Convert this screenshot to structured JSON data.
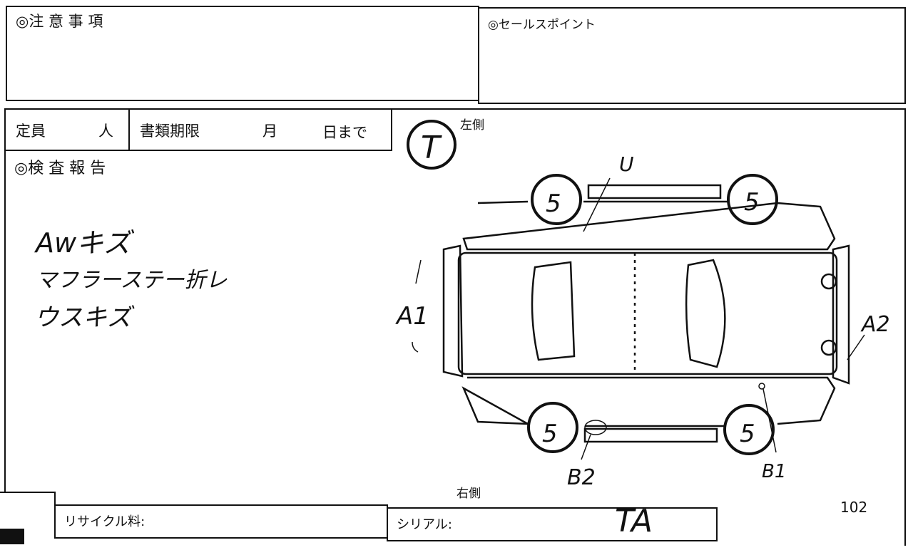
{
  "notes": {
    "label": "◎注 意 事 項"
  },
  "sales_points": {
    "label": "◎セールスポイント"
  },
  "capacity": {
    "label": "定員",
    "unit": "人"
  },
  "document_deadline": {
    "label": "書類期限",
    "month": "月",
    "day": "日まで"
  },
  "inspection_report": {
    "label": "◎検 査 報 告",
    "handwritten": [
      "Awキズ",
      "マフラーステー折レ",
      "ウスキズ"
    ]
  },
  "diagram": {
    "inspector_mark": "T",
    "left_side": "左側",
    "right_side": "右側",
    "tire_grades": [
      "5",
      "5",
      "5",
      "5"
    ],
    "marks": {
      "top": "U",
      "front": "A1",
      "rear": "A2",
      "bottom_left": "B2",
      "bottom_right": "B1"
    }
  },
  "recycle_fee": {
    "label": "リサイクル料:"
  },
  "serial": {
    "label": "シリアル:",
    "value": "TA"
  },
  "page_number": "102"
}
